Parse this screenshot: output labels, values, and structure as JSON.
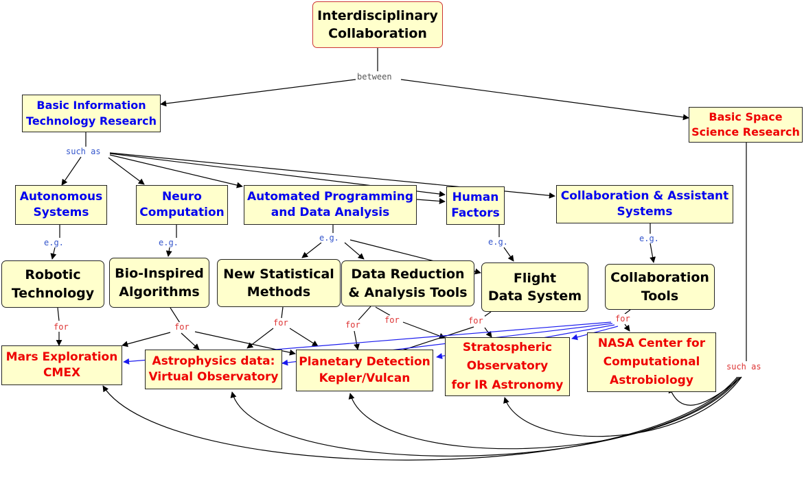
{
  "title": "Interdisciplinary\nCollaboration",
  "concepts": {
    "basic_it": "Basic Information\nTechnology Research",
    "basic_space": "Basic Space\nScience Research",
    "autonomous": "Autonomous\nSystems",
    "neuro": "Neuro\nComputation",
    "autoprog": "Automated Programming\nand Data Analysis",
    "human": "Human\nFactors",
    "collab_assist": "Collaboration & Assistant\nSystems",
    "robotic": "Robotic\nTechnology",
    "bio": "Bio-Inspired\nAlgorithms",
    "newstat": "New Statistical\nMethods",
    "datared": "Data Reduction\n& Analysis Tools",
    "flight": "Flight\nData System",
    "collab_tools": "Collaboration\nTools",
    "mars": "Mars Exploration\nCMEX",
    "astro": "Astrophysics data:\nVirtual Observatory",
    "planetary": "Planetary Detection\nKepler/Vulcan",
    "strato": "Stratospheric\nObservatory\nfor IR Astronomy",
    "nasa": "NASA Center for\nComputational\nAstrobiology"
  },
  "links": {
    "between": "between",
    "such_as_it": "such as",
    "eg": "e.g.",
    "for": "for",
    "such_as_space": "such as"
  },
  "colors": {
    "node_fill": "#ffffcc",
    "blue_text": "#0000ee",
    "red_text": "#ee0000",
    "black_text": "#000000",
    "blue_edge": "#1a1aee"
  }
}
